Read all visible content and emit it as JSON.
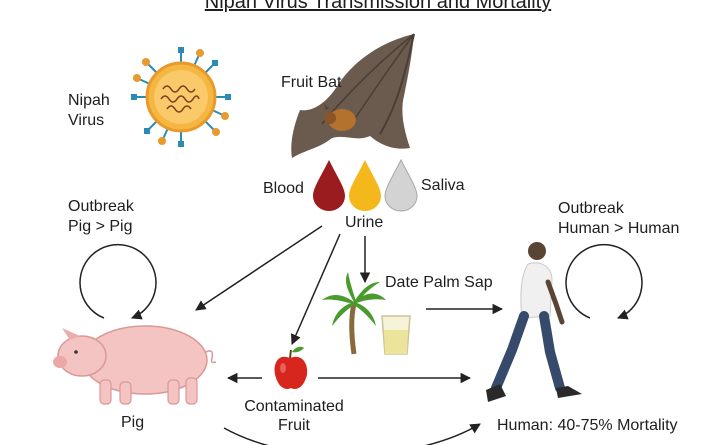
{
  "title": "Nipah Virus Transmission and Mortality",
  "labels": {
    "virus_line1": "Nipah",
    "virus_line2": "Virus",
    "bat": "Fruit Bat",
    "blood": "Blood",
    "saliva": "Saliva",
    "urine": "Urine",
    "pig_outbreak_line1": "Outbreak",
    "pig_outbreak_line2": "Pig > Pig",
    "human_outbreak_line1": "Outbreak",
    "human_outbreak_line2": "Human > Human",
    "sap": "Date Palm Sap",
    "pig": "Pig",
    "fruit_line1": "Contaminated",
    "fruit_line2": "Fruit",
    "human": "Human: 40-75% Mortality"
  },
  "colors": {
    "arrow": "#222222",
    "blood_drop": "#9b1c1f",
    "urine_drop": "#f4b81c",
    "saliva_drop": "#d3d3d3",
    "virus_body": "#f5b642",
    "virus_spike": "#2a8bb3",
    "bat_wing": "#6b5a4e",
    "pig": "#f4c4c2",
    "apple": "#d7261e",
    "sap_glass": "#f3efb4",
    "human_shirt": "#f0f0f0",
    "human_pants": "#364a6b"
  },
  "icons": [
    "virus-icon",
    "fruit-bat-icon",
    "blood-drop-icon",
    "urine-drop-icon",
    "saliva-drop-icon",
    "palm-tree-icon",
    "sap-glass-icon",
    "pig-icon",
    "apple-icon",
    "human-icon",
    "cycle-arrow-icon"
  ]
}
